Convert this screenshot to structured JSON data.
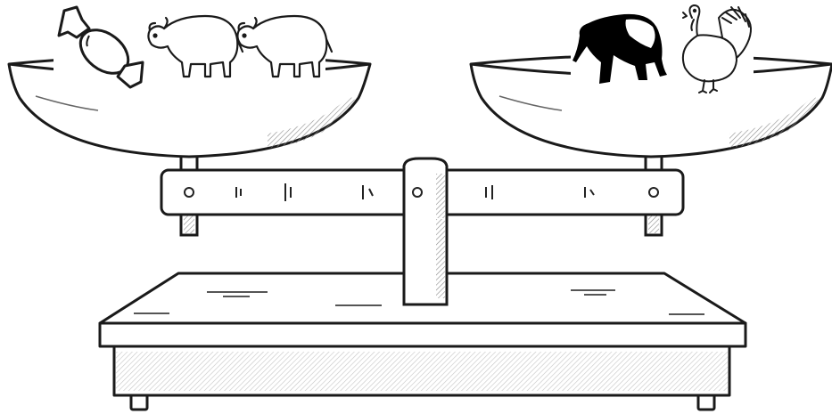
{
  "scene": {
    "kind": "balance-scale",
    "tilt": "level"
  },
  "left_pan": {
    "items": [
      {
        "icon": "candy-icon",
        "style": "outline"
      },
      {
        "icon": "yak-icon",
        "style": "outline"
      },
      {
        "icon": "yak-icon",
        "style": "outline"
      }
    ]
  },
  "right_pan": {
    "items": [
      {
        "icon": "tapir-icon",
        "style": "silhouette"
      },
      {
        "icon": "turkey-icon",
        "style": "outline"
      }
    ]
  },
  "colors": {
    "ink": "#1a1a1a",
    "paper": "#ffffff",
    "shade": "#8a8a8a",
    "silhouette": "#000000"
  }
}
